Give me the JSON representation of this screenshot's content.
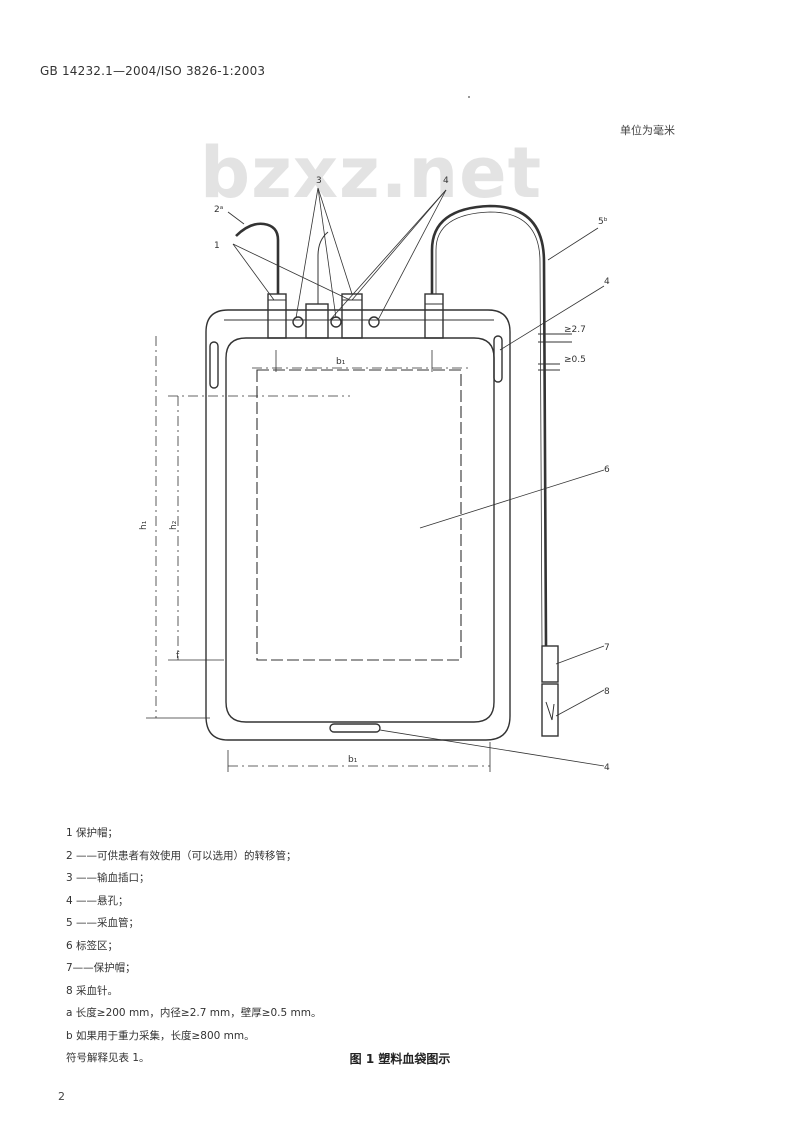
{
  "header": {
    "standard_code": "GB 14232.1—2004/ISO 3826-1:2003",
    "unit_note": "单位为毫米"
  },
  "watermark": {
    "text": "bzxz.net"
  },
  "figure": {
    "callouts": {
      "c1": "1",
      "c2a": "2ᵃ",
      "c3": "3",
      "c4": "4",
      "c4b": "4",
      "c4c": "4",
      "c5b": "5ᵇ",
      "c6": "6",
      "c7": "7",
      "c8": "8"
    },
    "dimensions": {
      "b1_top": "b₁",
      "b1_bottom": "b₁",
      "h1": "h₁",
      "h2": "h₂",
      "wall": "≥2.7",
      "thick": "≥0.5",
      "f": "f"
    }
  },
  "legend": [
    "1    保护帽；",
    "2 ——可供患者有效使用（可以选用）的转移管；",
    "3 ——输血插口；",
    "4 ——悬孔；",
    "5 ——采血管；",
    "6    标签区；",
    "7——保护帽；",
    "8    采血针。",
    "a   长度≥200 mm，内径≥2.7 mm，壁厚≥0.5 mm。",
    "b   如果用于重力采集，长度≥800 mm。",
    "符号解释见表 1。"
  ],
  "caption": "图 1   塑料血袋图示",
  "page_number": "2"
}
